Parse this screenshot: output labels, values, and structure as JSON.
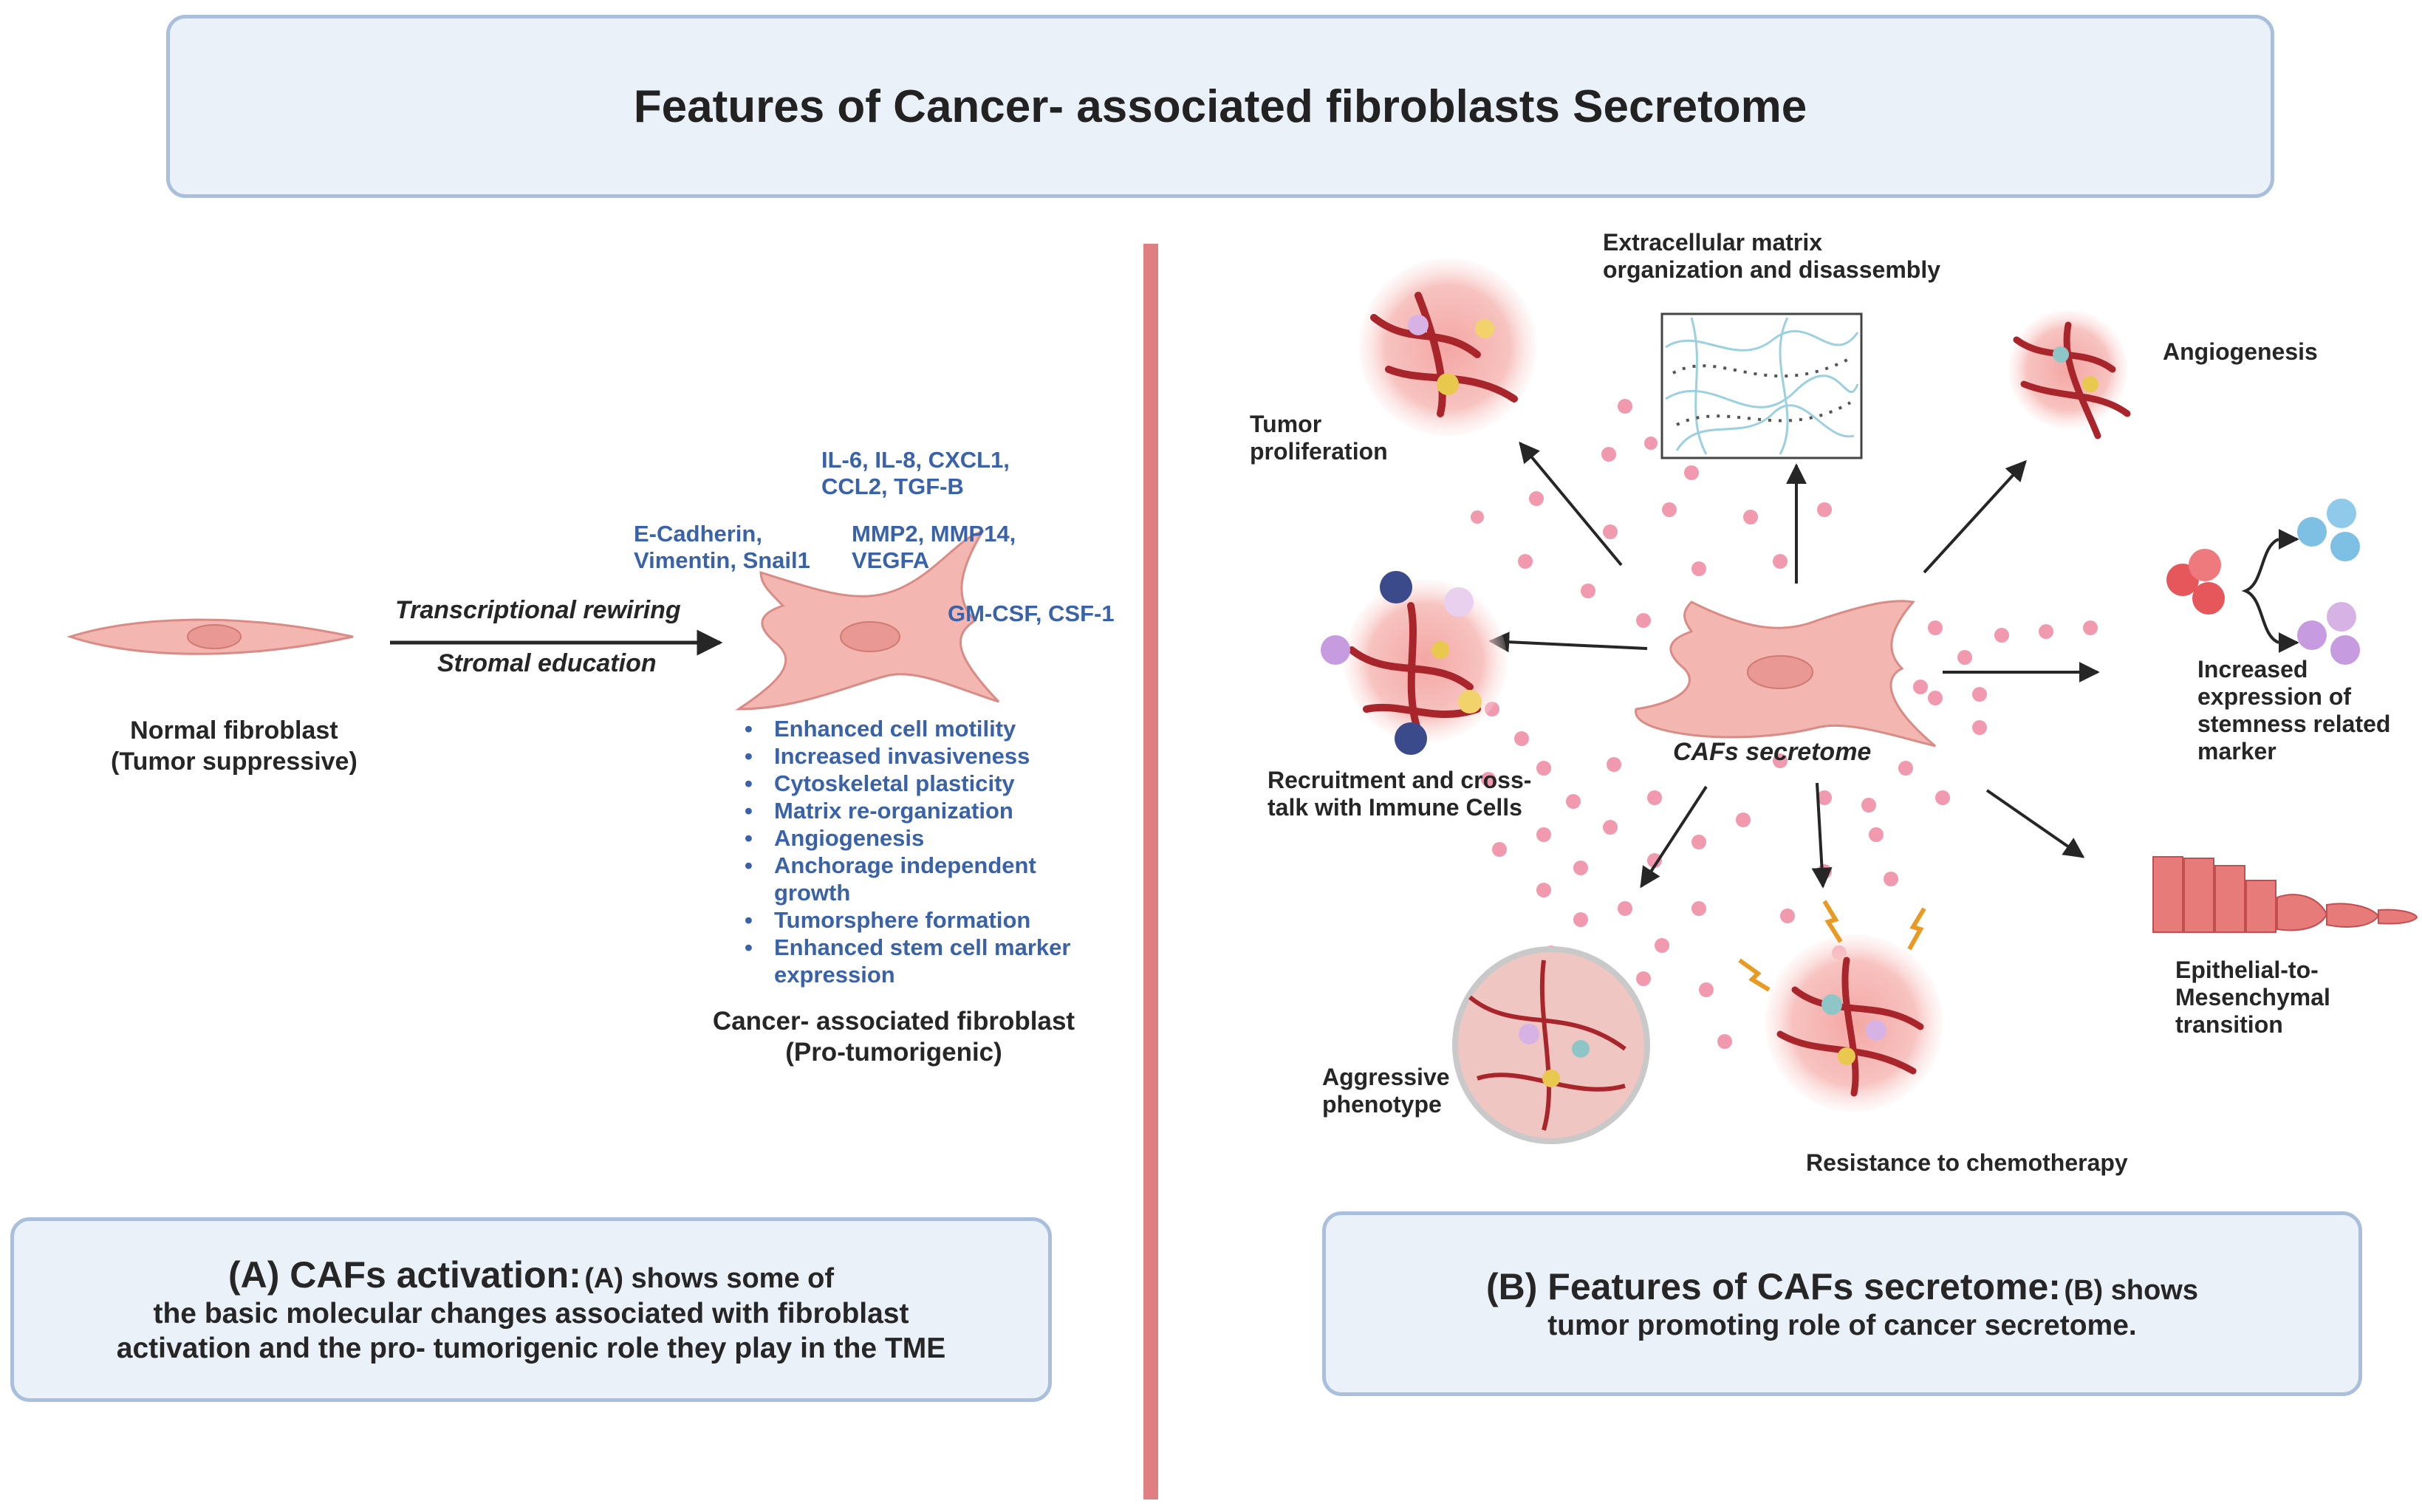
{
  "title": "Features of Cancer- associated fibroblasts Secretome",
  "panel_a": {
    "normal_label_1": "Normal fibroblast",
    "normal_label_2": "(Tumor suppressive)",
    "arrow_top": "Transcriptional rewiring",
    "arrow_bottom": "Stromal education",
    "markers_1a": "IL-6, IL-8, CXCL1,",
    "markers_1b": "CCL2, TGF-B",
    "markers_2a": "E-Cadherin,",
    "markers_2b": "Vimentin, Snail1",
    "markers_3a": "MMP2, MMP14,",
    "markers_3b": "VEGFA",
    "markers_4": "GM-CSF, CSF-1",
    "properties": [
      "Enhanced cell motility",
      "Increased invasiveness",
      "Cytoskeletal plasticity",
      "Matrix re-organization",
      "Angiogenesis",
      "Anchorage independent",
      "growth",
      "Tumorsphere formation",
      "Enhanced stem cell marker",
      "expression"
    ],
    "caf_label_1": "Cancer- associated fibroblast",
    "caf_label_2": "(Pro-tumorigenic)",
    "caption_title": "(A) CAFs activation:",
    "caption_small": "(A) shows some of",
    "caption_line2": "the basic molecular changes associated with fibroblast",
    "caption_line3": "activation and the pro- tumorigenic role they play in the TME"
  },
  "panel_b": {
    "ecm_1": "Extracellular matrix",
    "ecm_2": "organization and disassembly",
    "tumor_1": "Tumor",
    "tumor_2": "proliferation",
    "angio": "Angiogenesis",
    "stem_1": "Increased",
    "stem_2": "expression of",
    "stem_3": "stemness related",
    "stem_4": "marker",
    "immune_1": "Recruitment and cross-",
    "immune_2": "talk with Immune Cells",
    "center": "CAFs secretome",
    "emt_1": "Epithelial-to-",
    "emt_2": "Mesenchymal",
    "emt_3": "transition",
    "aggr_1": "Aggressive",
    "aggr_2": "phenotype",
    "chemo": "Resistance to chemotherapy",
    "caption_title": "(B) Features of CAFs secretome:",
    "caption_small": "(B) shows",
    "caption_line2": "tumor promoting role of cancer secretome."
  },
  "colors": {
    "box_fill": "#eaf1f9",
    "box_border": "#a9bfdc",
    "divider": "#e07f82",
    "blue_text": "#3a62a8",
    "cell_fill": "#f3b6b0",
    "vessel": "#a8262b"
  }
}
